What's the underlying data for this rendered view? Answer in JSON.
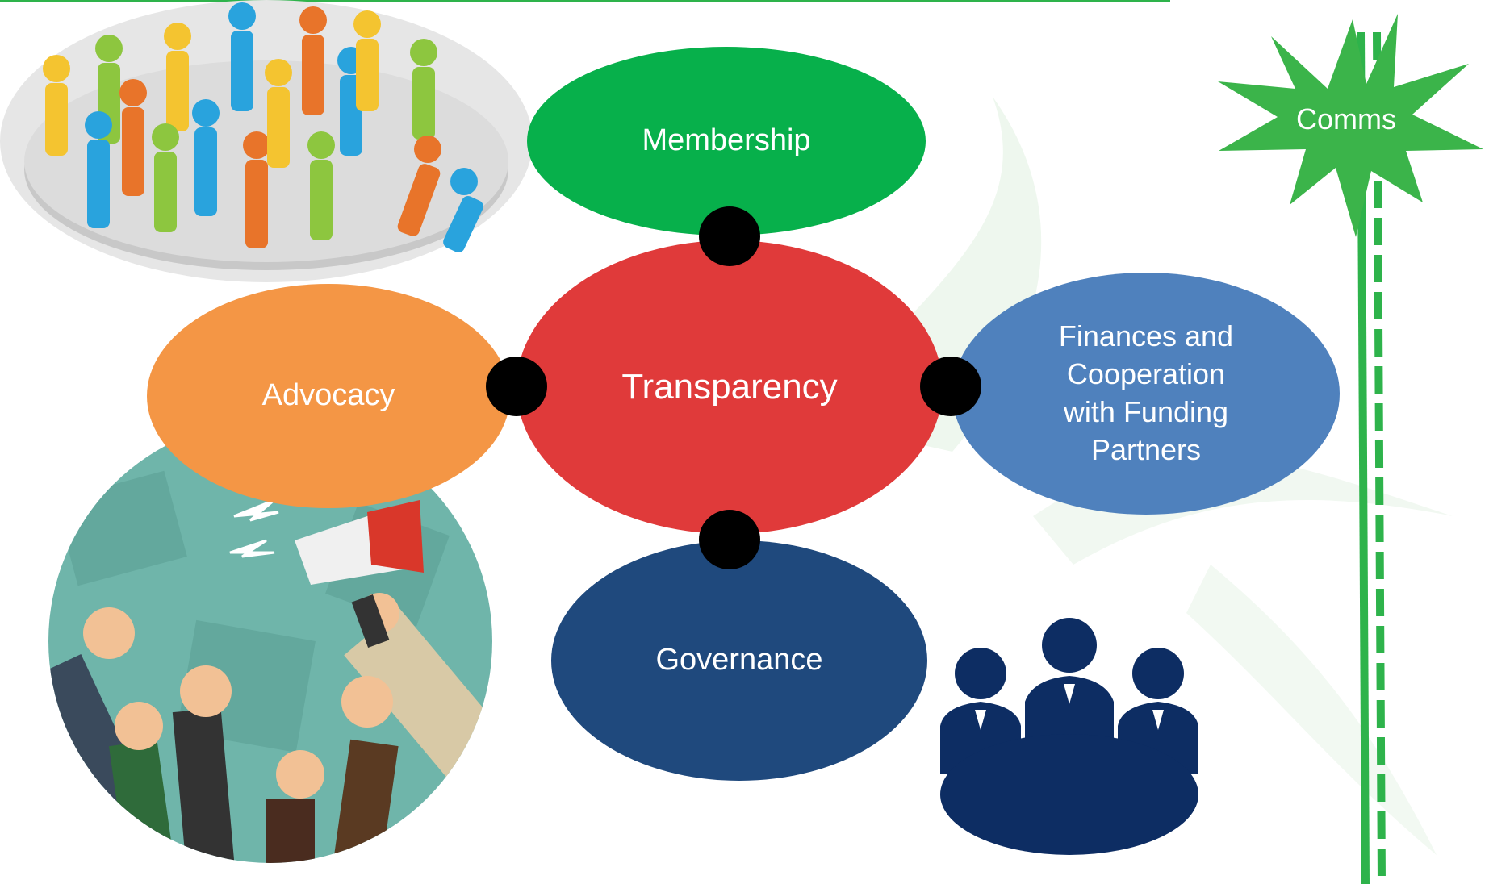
{
  "nodes": {
    "membership": "Membership",
    "transparency": "Transparency",
    "advocacy": "Advocacy",
    "finances": "Finances and\nCooperation\nwith Funding\nPartners",
    "governance": "Governance",
    "comms": "Comms"
  },
  "colors": {
    "membership": "#07b04b",
    "transparency": "#e03a3a",
    "advocacy": "#f49645",
    "finances": "#4f81bd",
    "governance": "#1f497d",
    "comms": "#3bb44a",
    "connector": "#000000"
  },
  "illustrations": {
    "crowd": "crowd-of-people-illustration",
    "protest": "protest-megaphone-illustration",
    "meeting": "boardroom-meeting-icon"
  }
}
